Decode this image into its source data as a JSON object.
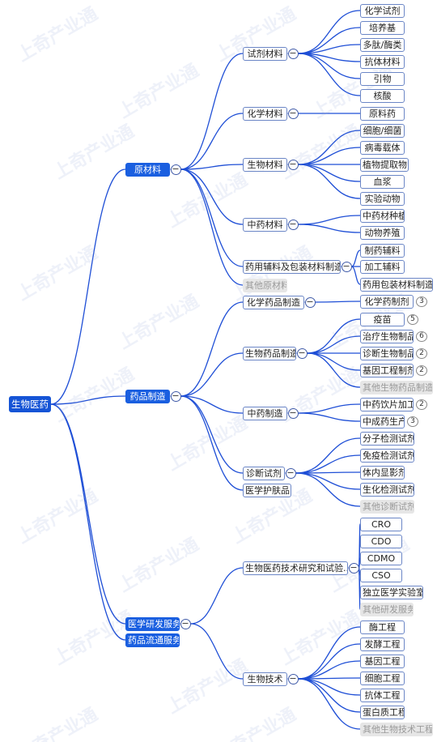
{
  "watermark": "上奇产业通",
  "colors": {
    "root": "#1554d6",
    "level1": "#1a5fe0",
    "edge": "#1f4fd6",
    "node_border": "#6b86c6",
    "muted_bg": "#e6e6e6",
    "muted_text": "#9a9a9a"
  },
  "mindmap": {
    "root": "生物医药",
    "branches": [
      {
        "label": "原材料",
        "children": [
          {
            "label": "试剂材料",
            "children": [
              "化学试剂",
              "培养基",
              "多肽/酶类",
              "抗体材料",
              "引物",
              "核酸"
            ]
          },
          {
            "label": "化学材料",
            "children": [
              "原料药"
            ]
          },
          {
            "label": "生物材料",
            "children": [
              "细胞/细菌",
              "病毒载体",
              "植物提取物",
              "血浆",
              "实验动物"
            ]
          },
          {
            "label": "中药材料",
            "children": [
              "中药材种植",
              "动物养殖"
            ]
          },
          {
            "label": "药用辅料及包装材料制造",
            "children": [
              "制药辅料",
              "加工辅料",
              "药用包装材料制造"
            ]
          },
          {
            "label": "其他原材料",
            "muted": true,
            "children": []
          }
        ]
      },
      {
        "label": "药品制造",
        "children": [
          {
            "label": "化学药品制造",
            "children": [
              {
                "label": "化学药制剂",
                "count": "3"
              }
            ]
          },
          {
            "label": "生物药品制造",
            "children": [
              {
                "label": "疫苗",
                "count": "5"
              },
              {
                "label": "治疗生物制品",
                "count": "6"
              },
              {
                "label": "诊断生物制品",
                "count": "2"
              },
              {
                "label": "基因工程制剂",
                "count": "2"
              },
              {
                "label": "其他生物药品制造",
                "muted": true
              }
            ]
          },
          {
            "label": "中药制造",
            "children": [
              {
                "label": "中药饮片加工",
                "count": "2"
              },
              {
                "label": "中成药生产",
                "count": "3"
              }
            ]
          },
          {
            "label": "诊断试剂",
            "children": [
              "分子检测试剂",
              "免疫检测试剂",
              "体内显影剂",
              "生化检测试剂",
              {
                "label": "其他诊断试剂",
                "muted": true
              }
            ]
          },
          {
            "label": "医学护肤品",
            "children": []
          }
        ]
      },
      {
        "label": "医学研发服务",
        "children": [
          {
            "label": "生物医药技术研究和试验...",
            "children": [
              "CRO",
              "CDO",
              "CDMO",
              "CSO",
              "独立医学实验室",
              {
                "label": "其他研发服务",
                "muted": true
              }
            ]
          },
          {
            "label": "生物技术",
            "children": [
              "酶工程",
              "发酵工程",
              "基因工程",
              "细胞工程",
              "抗体工程",
              "蛋白质工程",
              {
                "label": "其他生物技术工程",
                "muted": true
              }
            ]
          }
        ]
      },
      {
        "label": "药品流通服务",
        "children": []
      }
    ]
  }
}
